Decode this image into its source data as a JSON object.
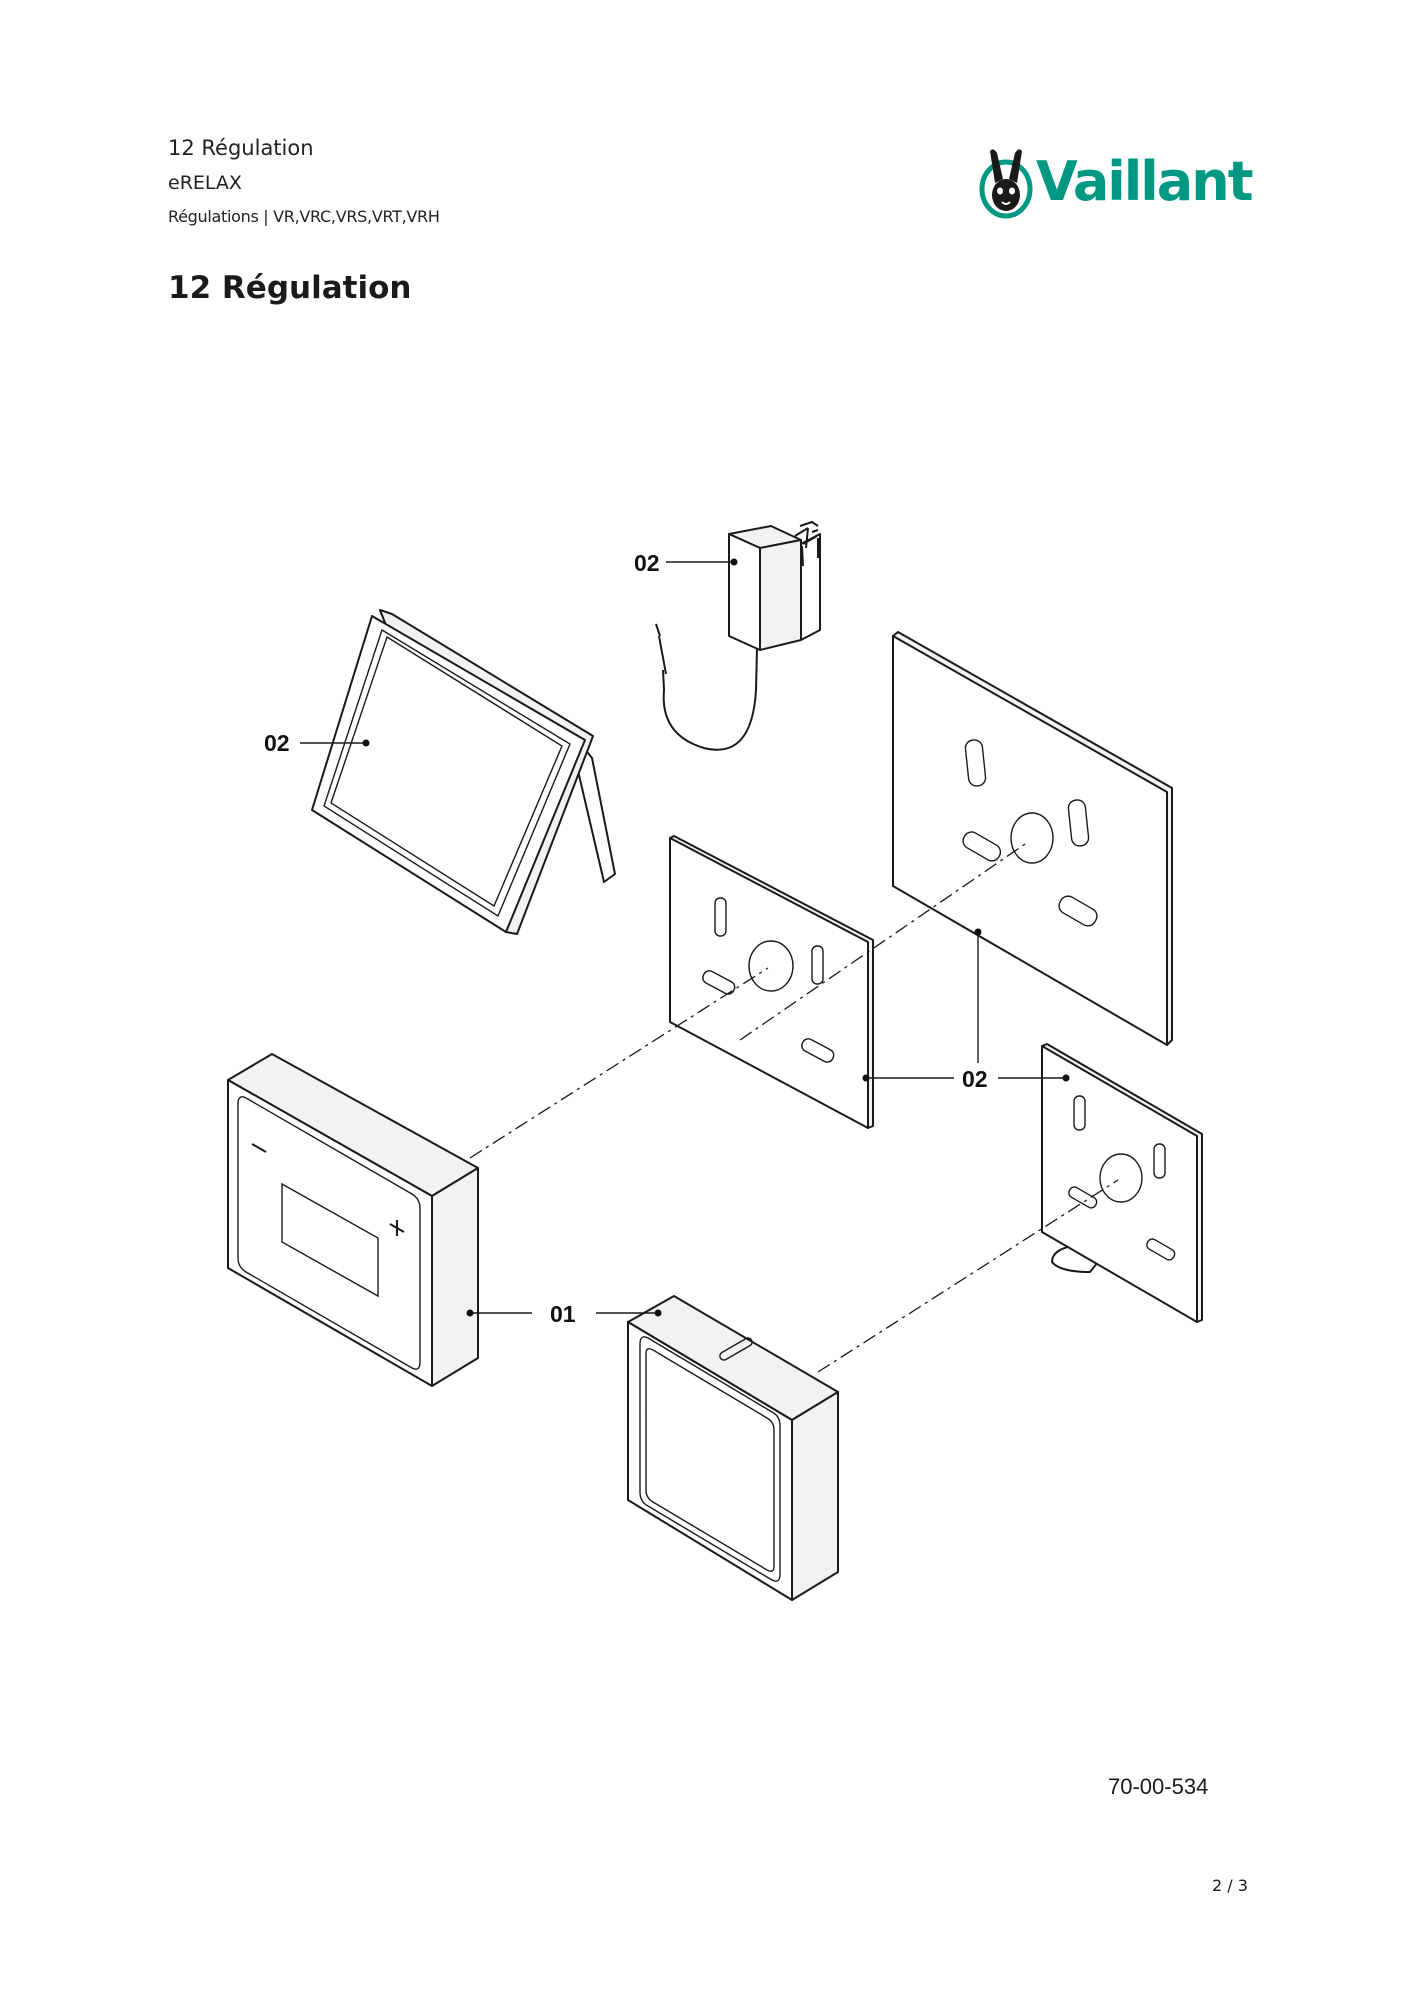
{
  "header": {
    "line1": "12 Régulation",
    "line2": "eRELAX",
    "line3": "Régulations | VR,VRC,VRS,VRT,VRH"
  },
  "title": "12 Régulation",
  "brand": {
    "name": "Vaillant",
    "color": "#009883"
  },
  "callouts": {
    "tablet": "02",
    "adapter": "02",
    "plates": "02",
    "units": "01"
  },
  "reference": "70-00-534",
  "page": "2 / 3"
}
